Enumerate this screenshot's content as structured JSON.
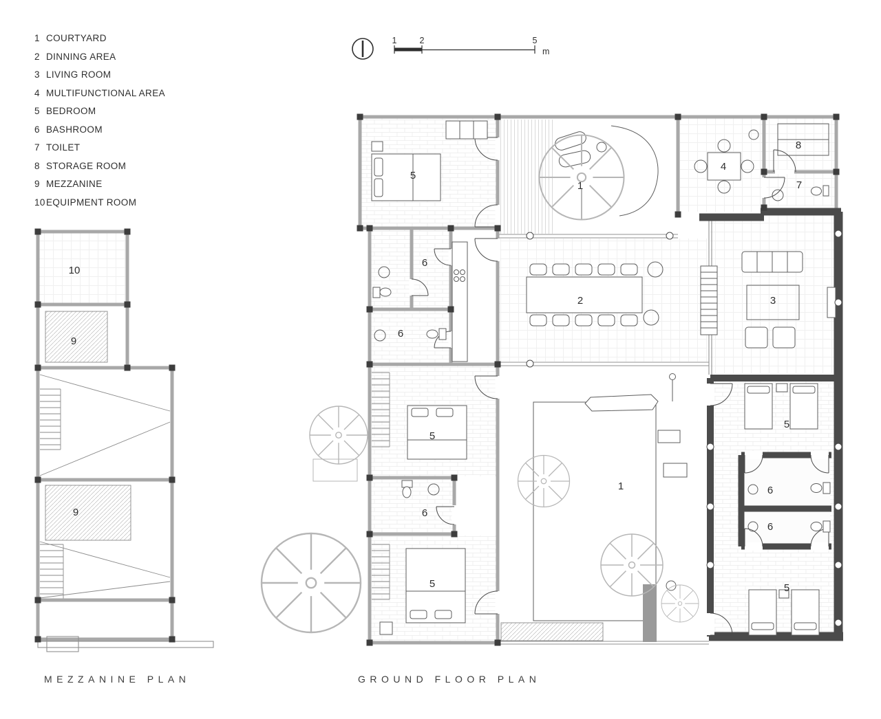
{
  "colors": {
    "wall_gray": "#a8a8a8",
    "wall_dark": "#4b4b4b",
    "line_dark": "#4a4a4a",
    "tree_line": "#b6b6b6",
    "text": "#2e2e2e"
  },
  "legend": {
    "items": [
      {
        "num": "1",
        "label": "COURTYARD"
      },
      {
        "num": "2",
        "label": "DINNING AREA"
      },
      {
        "num": "3",
        "label": "LIVING ROOM"
      },
      {
        "num": "4",
        "label": "MULTIFUNCTIONAL AREA"
      },
      {
        "num": "5",
        "label": "BEDROOM"
      },
      {
        "num": "6",
        "label": "BASHROOM"
      },
      {
        "num": "7",
        "label": "TOILET"
      },
      {
        "num": "8",
        "label": "STORAGE ROOM"
      },
      {
        "num": "9",
        "label": "MEZZANINE"
      },
      {
        "num": "10",
        "label": "EQUIPMENT ROOM"
      }
    ]
  },
  "scale_bar": {
    "marks": [
      "1",
      "2",
      "5"
    ],
    "unit": "m"
  },
  "mezzanine_plan": {
    "title": "MEZZANINE PLAN",
    "room_labels": [
      "10",
      "9",
      "9"
    ]
  },
  "ground_floor_plan": {
    "title": "GROUND FLOOR PLAN",
    "room_labels": {
      "bedroom_tl": "5",
      "courtyard_top": "1",
      "multifunctional": "4",
      "storage": "8",
      "toilet": "7",
      "bath_top": "6",
      "dining": "2",
      "living": "3",
      "bath_2": "6",
      "bedroom_mid": "5",
      "courtyard_main": "1",
      "bath_mid": "6",
      "bedroom_low": "5",
      "bedroom_r_top": "5",
      "bath_r1": "6",
      "bath_r2": "6",
      "bedroom_r_bot": "5"
    }
  }
}
